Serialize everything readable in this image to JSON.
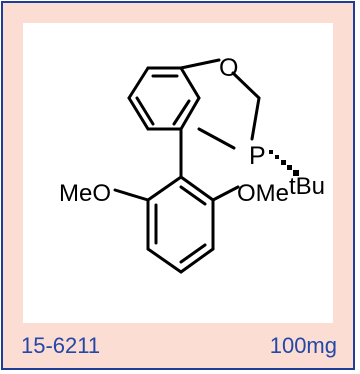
{
  "card": {
    "colors": {
      "border": "#1f3d96",
      "background_band": "#fbddd3",
      "text": "#2448a8"
    },
    "catalog_number": "15-6211",
    "quantity": "100mg"
  },
  "molecule": {
    "labels": {
      "oxygen": "O",
      "phosphorus": "P",
      "tert_butyl": "tBu",
      "left_methoxy": "MeO",
      "right_methoxy": "OMe"
    }
  }
}
